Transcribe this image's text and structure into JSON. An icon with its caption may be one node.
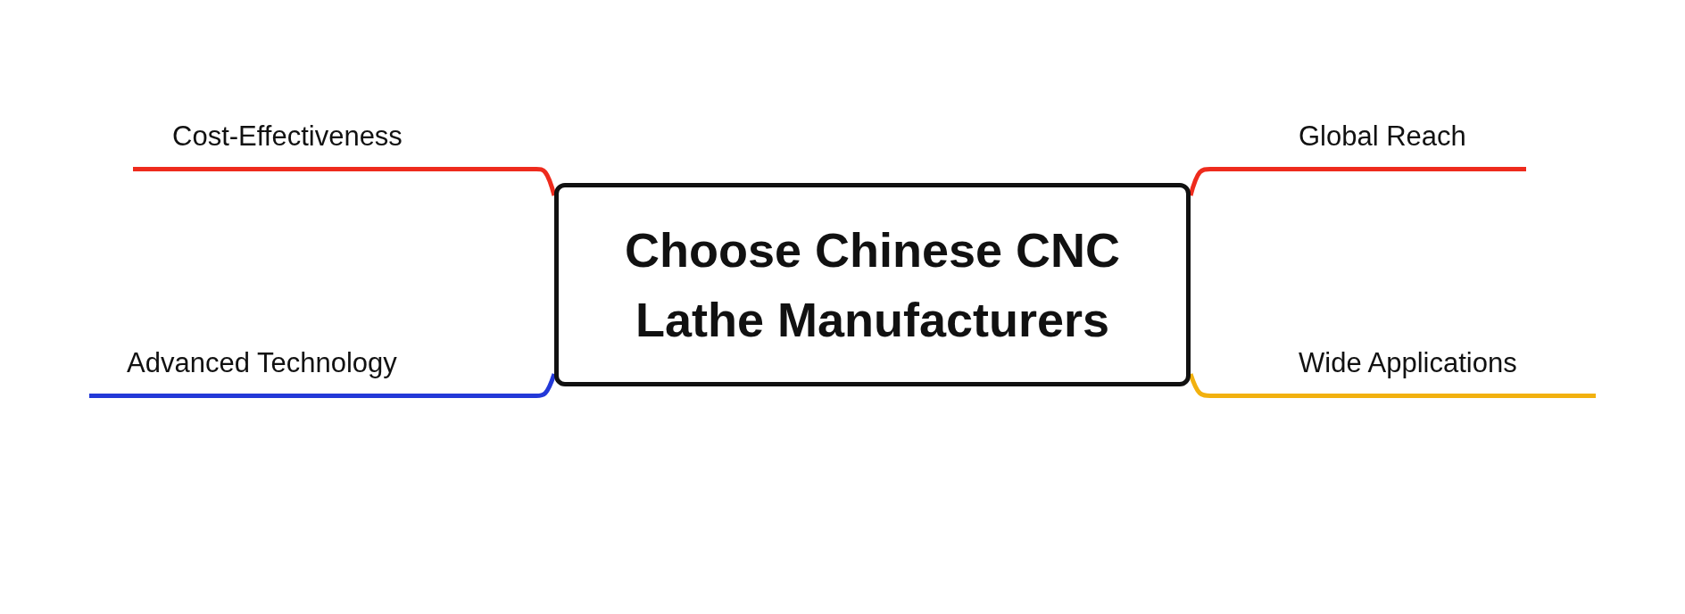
{
  "diagram": {
    "nodes": [
      {
        "text": [
          "Choose Chinese CNC Lathe Manufacturers"
        ]
      },
      {
        "text": [
          "Cost-Effectiveness"
        ]
      },
      {
        "text": [
          "Global Reach"
        ]
      },
      {
        "text": [
          "Advanced Technology"
        ]
      },
      {
        "text": [
          "Wide Applications"
        ]
      }
    ],
    "edges": [
      {
        "from": 0,
        "to": 1,
        "arrow": "none",
        "color": "#ee2b1d"
      },
      {
        "from": 0,
        "to": 2,
        "arrow": "none",
        "color": "#ee2b1d"
      },
      {
        "from": 0,
        "to": 3,
        "arrow": "none",
        "color": "#2339d8"
      },
      {
        "from": 0,
        "to": 4,
        "arrow": "none",
        "color": "#f2b10f"
      }
    ]
  }
}
